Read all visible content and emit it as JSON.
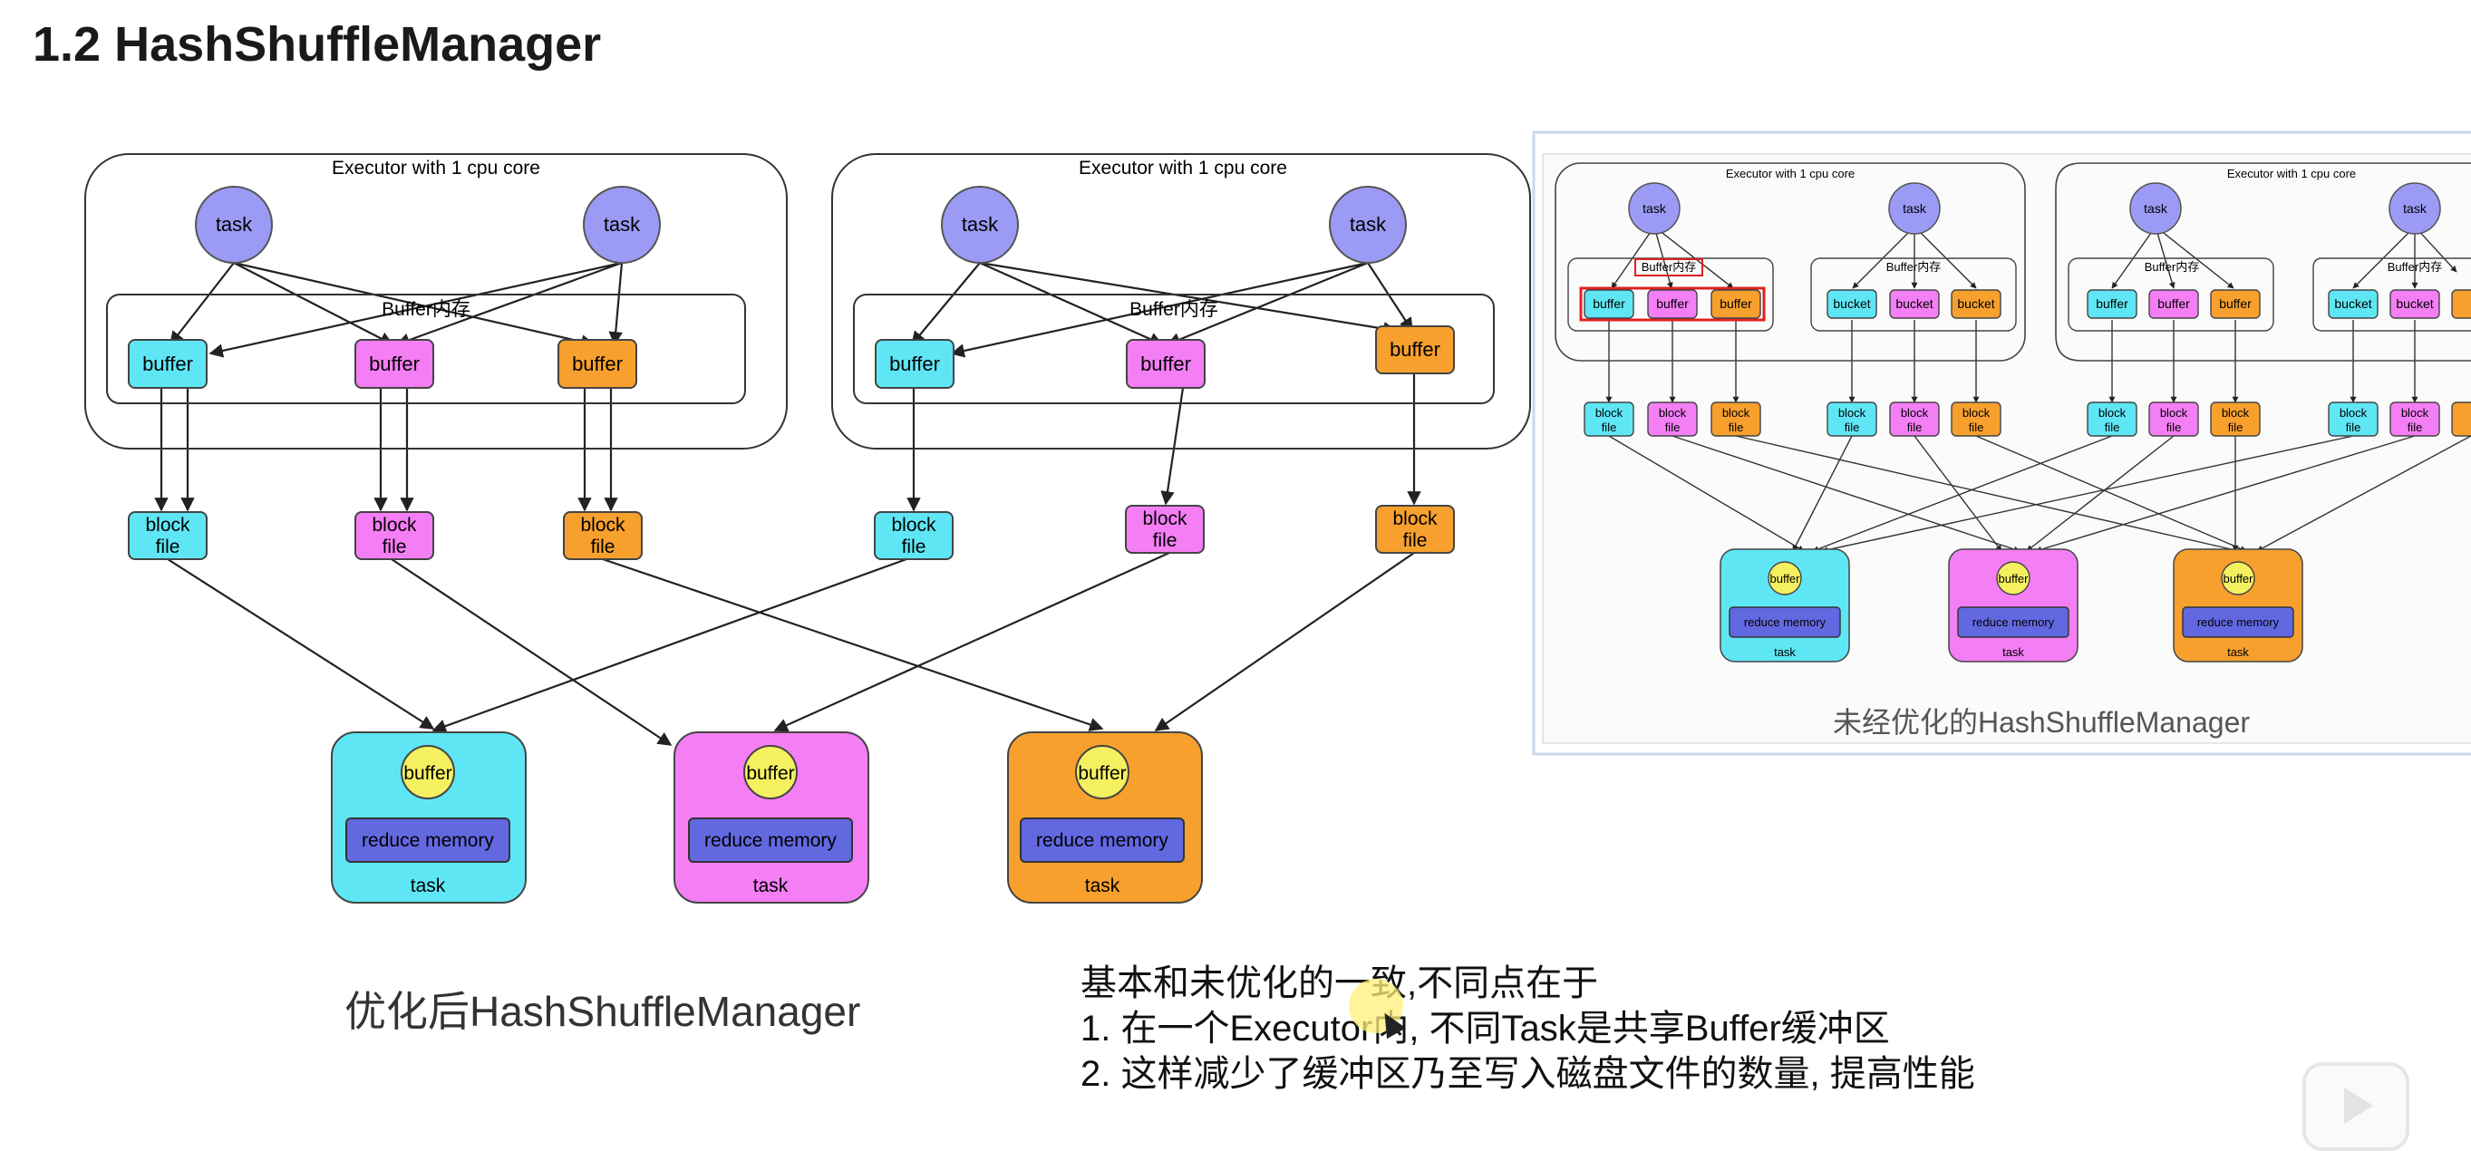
{
  "title": "1.2 HashShuffleManager",
  "optimized": {
    "executor_label": "Executor with 1 cpu core",
    "buffer_area_label": "Buffer内存",
    "map_task_label": "task",
    "buffer_label": "buffer",
    "block_line1": "block",
    "block_line2": "file",
    "reduce_buffer_label": "buffer",
    "reduce_memory_label": "reduce memory",
    "reduce_task_label": "task",
    "caption": "优化后HashShuffleManager"
  },
  "unoptimized": {
    "executor_label": "Executor with 1 cpu core",
    "buffer_area_label": "Buffer内存",
    "map_task_label": "task",
    "buffer_label": "buffer",
    "bucket_label": "bucket",
    "block_line1": "block",
    "block_line2": "file",
    "reduce_buffer_label": "buffer",
    "reduce_memory_label": "reduce memory",
    "reduce_task_label": "task",
    "caption": "未经优化的HashShuffleManager"
  },
  "notes": [
    "基本和未优化的一致,不同点在于",
    "1. 在一个Executor内, 不同Task是共享Buffer缓冲区",
    "2. 这样减少了缓冲区乃至写入磁盘文件的数量, 提高性能"
  ],
  "colors": {
    "cyan": "#5fe6f5",
    "magenta": "#f47ef4",
    "orange": "#f7a02e",
    "task_circle": "#9b9bf5",
    "reduce_memory": "#6268e0",
    "reduce_buffer": "#f5f060",
    "highlight_red": "#e02020"
  },
  "icons": {
    "cursor": "cursor-icon",
    "play": "play-icon"
  }
}
